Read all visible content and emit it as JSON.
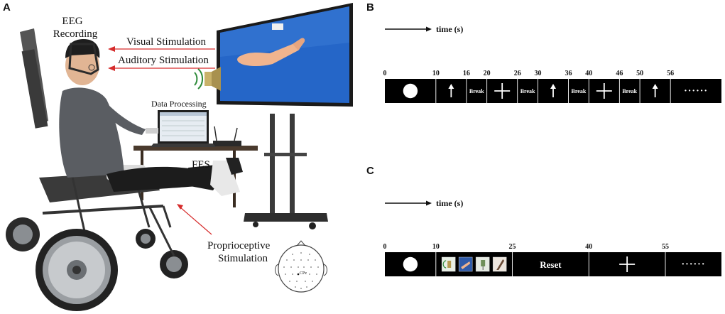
{
  "panels": {
    "a": "A",
    "b": "B",
    "c": "C"
  },
  "panel_a": {
    "eeg_label_1": "EEG",
    "eeg_label_2": "Recording",
    "visual": "Visual Stimulation",
    "auditory": "Auditory Stimulation",
    "data_processing": "Data Processing",
    "fes": "FES",
    "proprio_1": "Proprioceptive",
    "proprio_2": "Stimulation",
    "electrode": "CPz",
    "colors": {
      "arrow": "#d62c2c",
      "screen": "#1e5fc2",
      "wheel": "#2b2b2b"
    }
  },
  "timeline_b": {
    "axis_label": "time (s)",
    "ticks": [
      {
        "t": 0,
        "label": "0"
      },
      {
        "t": 10,
        "label": "10"
      },
      {
        "t": 16,
        "label": "16"
      },
      {
        "t": 20,
        "label": "20"
      },
      {
        "t": 26,
        "label": "26"
      },
      {
        "t": 30,
        "label": "30"
      },
      {
        "t": 36,
        "label": "36"
      },
      {
        "t": 40,
        "label": "40"
      },
      {
        "t": 46,
        "label": "46"
      },
      {
        "t": 50,
        "label": "50"
      },
      {
        "t": 56,
        "label": "56"
      }
    ],
    "segments": [
      {
        "start": 0,
        "end": 10,
        "kind": "circle",
        "text": ""
      },
      {
        "start": 10,
        "end": 16,
        "kind": "arrow",
        "text": ""
      },
      {
        "start": 16,
        "end": 20,
        "kind": "text",
        "text": "Break"
      },
      {
        "start": 20,
        "end": 26,
        "kind": "cross",
        "text": ""
      },
      {
        "start": 26,
        "end": 30,
        "kind": "text",
        "text": "Break"
      },
      {
        "start": 30,
        "end": 36,
        "kind": "arrow",
        "text": ""
      },
      {
        "start": 36,
        "end": 40,
        "kind": "text",
        "text": "Break"
      },
      {
        "start": 40,
        "end": 46,
        "kind": "cross",
        "text": ""
      },
      {
        "start": 46,
        "end": 50,
        "kind": "text",
        "text": "Break"
      },
      {
        "start": 50,
        "end": 56,
        "kind": "arrow",
        "text": ""
      },
      {
        "start": 56,
        "end": 66,
        "kind": "dots",
        "text": "······"
      }
    ]
  },
  "timeline_c": {
    "axis_label": "time (s)",
    "ticks": [
      {
        "t": 0,
        "label": "0"
      },
      {
        "t": 10,
        "label": "10"
      },
      {
        "t": 25,
        "label": "25"
      },
      {
        "t": 40,
        "label": "40"
      },
      {
        "t": 55,
        "label": "55"
      }
    ],
    "segments": [
      {
        "start": 0,
        "end": 10,
        "kind": "circle",
        "text": ""
      },
      {
        "start": 10,
        "end": 25,
        "kind": "thumbs",
        "text": ""
      },
      {
        "start": 25,
        "end": 40,
        "kind": "text",
        "text": "Reset"
      },
      {
        "start": 40,
        "end": 55,
        "kind": "cross",
        "text": ""
      },
      {
        "start": 55,
        "end": 66,
        "kind": "dots",
        "text": "······"
      }
    ]
  }
}
